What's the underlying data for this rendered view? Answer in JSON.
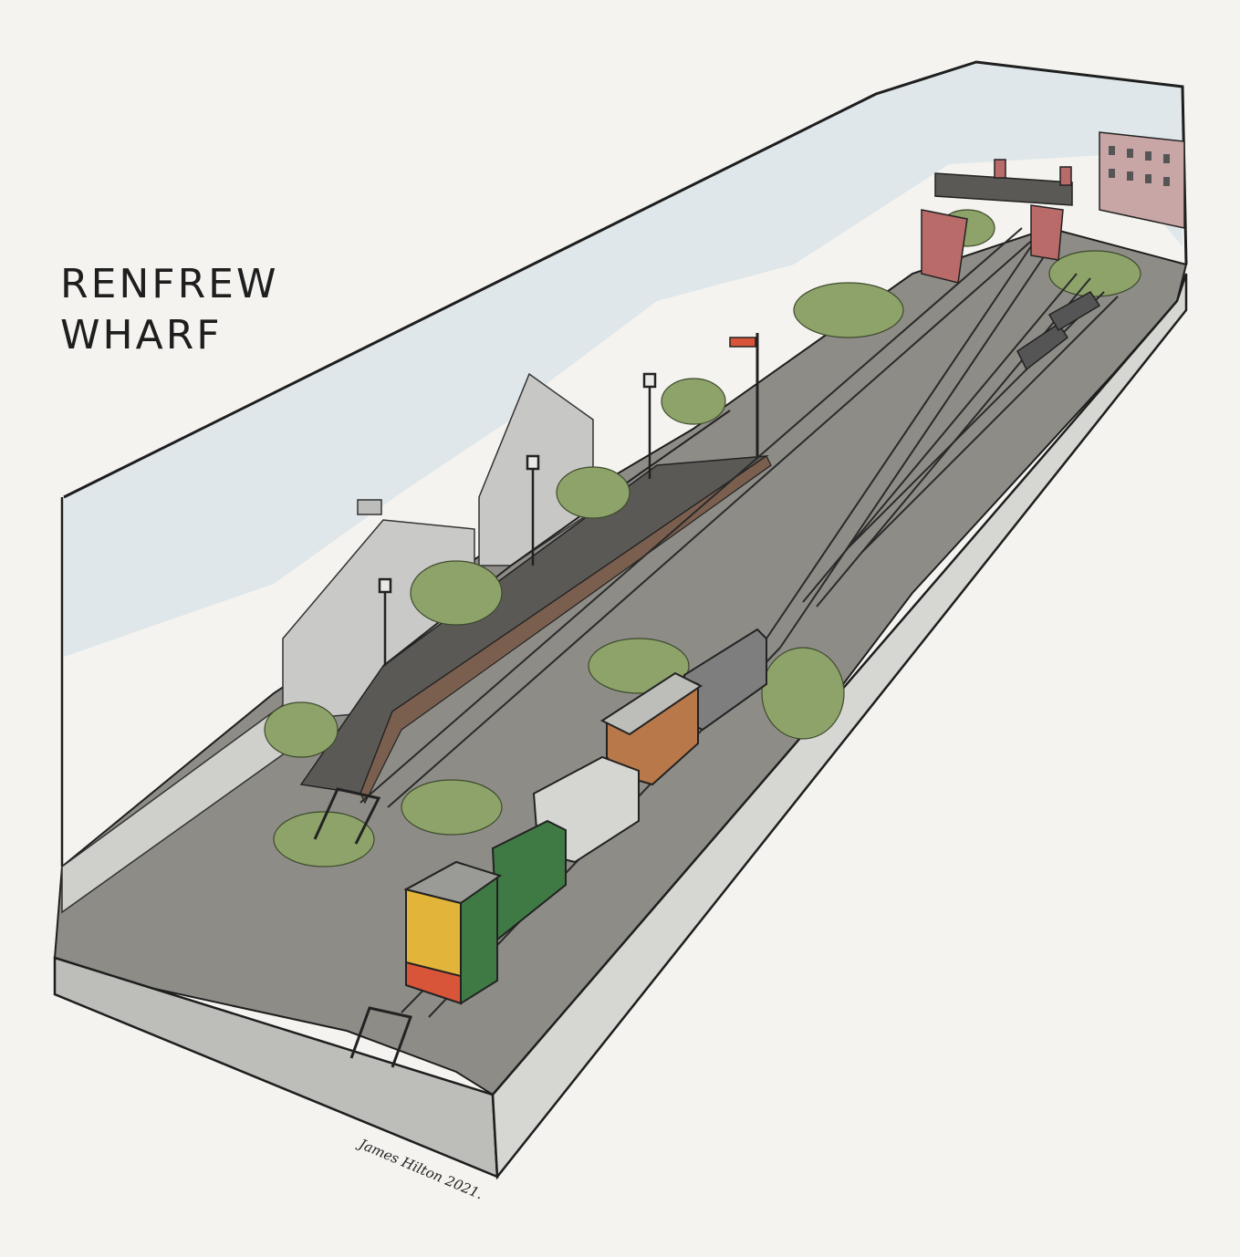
{
  "title": {
    "line1": "RENFREW",
    "line2": "WHARF"
  },
  "signature": "James Hilton 2021.",
  "colors": {
    "paper": "#f4f3ef",
    "sky": "#dfe7ea",
    "ground": "#8e8c87",
    "ballast": "#7a7874",
    "platform": "#5a5955",
    "platform_face": "#7b5f4e",
    "wall": "#cfcfcc",
    "building": "#c9c9c7",
    "bushes": "#8ea36a",
    "bridge": "#b86b68",
    "tenement": "#c9a6a6",
    "loco_green": "#3f7a45",
    "loco_stripes": "#e2b43a",
    "buffer_beam": "#d9553a",
    "van_brown": "#b9784a",
    "wagon_grey": "#7e7e7e"
  }
}
